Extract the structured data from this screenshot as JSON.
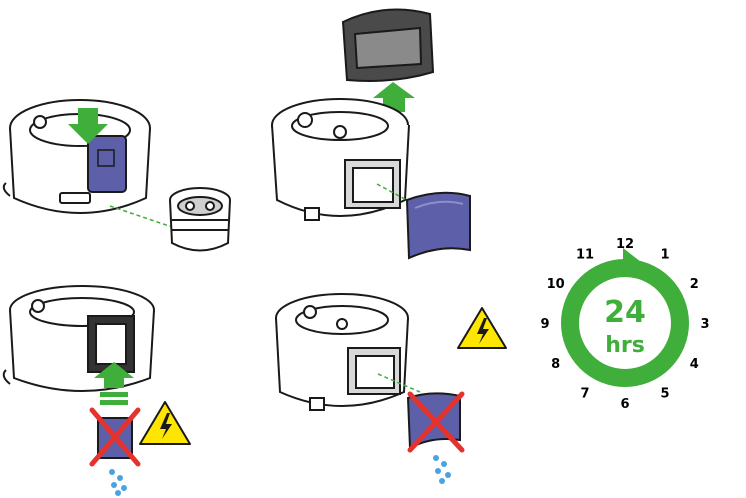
{
  "colors": {
    "green": "#3fae3a",
    "filter_blue": "#5d5fa8",
    "warning_yellow": "#ffe600",
    "cross_red": "#e5322d",
    "water_blue": "#4aa3df",
    "line": "#1a1a1a"
  },
  "icons": {
    "warning": "warning-triangle-icon",
    "no_water": "no-water-icon",
    "arrow": "green-arrow-icon"
  },
  "clock": {
    "center_big": "24",
    "center_small": "hrs",
    "numbers": [
      "12",
      "1",
      "2",
      "3",
      "4",
      "5",
      "6",
      "7",
      "8",
      "9",
      "10",
      "11"
    ]
  }
}
